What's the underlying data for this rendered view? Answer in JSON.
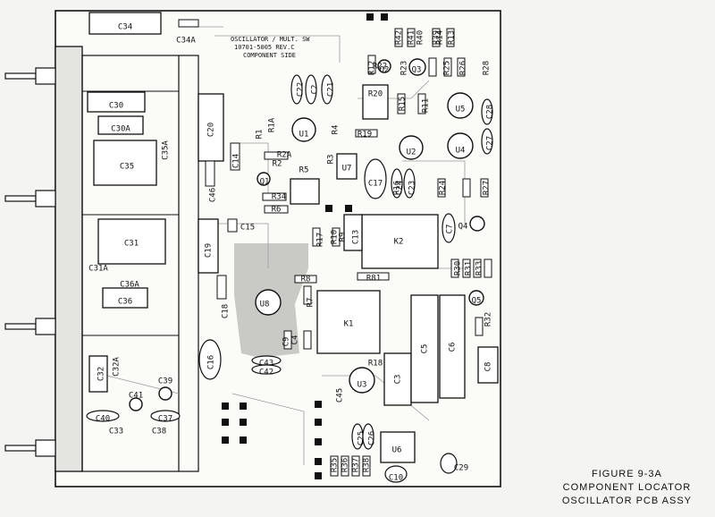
{
  "board": {
    "silk_title": [
      "OSCILLATOR / MULT. SW",
      "10701-5005 REV.C",
      "COMPONENT SIDE"
    ]
  },
  "caption": {
    "line1": "FIGURE 9-3A",
    "line2": "COMPONENT LOCATOR",
    "line3": "OSCILLATOR PCB ASSY"
  },
  "components": [
    "C34",
    "C34A",
    "C30",
    "C30A",
    "C35A",
    "C35",
    "C31",
    "C31A",
    "C36A",
    "C36",
    "C32",
    "C32A",
    "C39",
    "C41",
    "C40",
    "C37",
    "C33",
    "C38",
    "C20",
    "C14",
    "C46",
    "C19",
    "C15",
    "C18",
    "C16",
    "C43",
    "C42",
    "R1",
    "R1A",
    "R2A",
    "R2",
    "R5",
    "R3",
    "R34",
    "R6",
    "R4",
    "R8",
    "C21",
    "C22",
    "C2",
    "U1",
    "U2",
    "U3",
    "U4",
    "U5",
    "U6",
    "U7",
    "U8",
    "K1",
    "K2",
    "R20",
    "R19",
    "R11",
    "R17",
    "R10",
    "R9",
    "R7",
    "R81",
    "C13",
    "C17",
    "C23",
    "C24",
    "C25",
    "C26",
    "C27",
    "C28",
    "C29",
    "C10",
    "R42",
    "R41",
    "R40",
    "R39",
    "R13",
    "R14",
    "R15",
    "R16",
    "R12",
    "R22",
    "R23",
    "R24",
    "R25",
    "R26",
    "R27",
    "R28",
    "Q1",
    "Q2",
    "Q3",
    "Q4",
    "Q5",
    "C3",
    "C5",
    "C6",
    "C7",
    "C8",
    "C9",
    "R18",
    "R32",
    "R33",
    "R31",
    "R30",
    "R36",
    "R37",
    "R38",
    "R35",
    "C4",
    "C45"
  ]
}
